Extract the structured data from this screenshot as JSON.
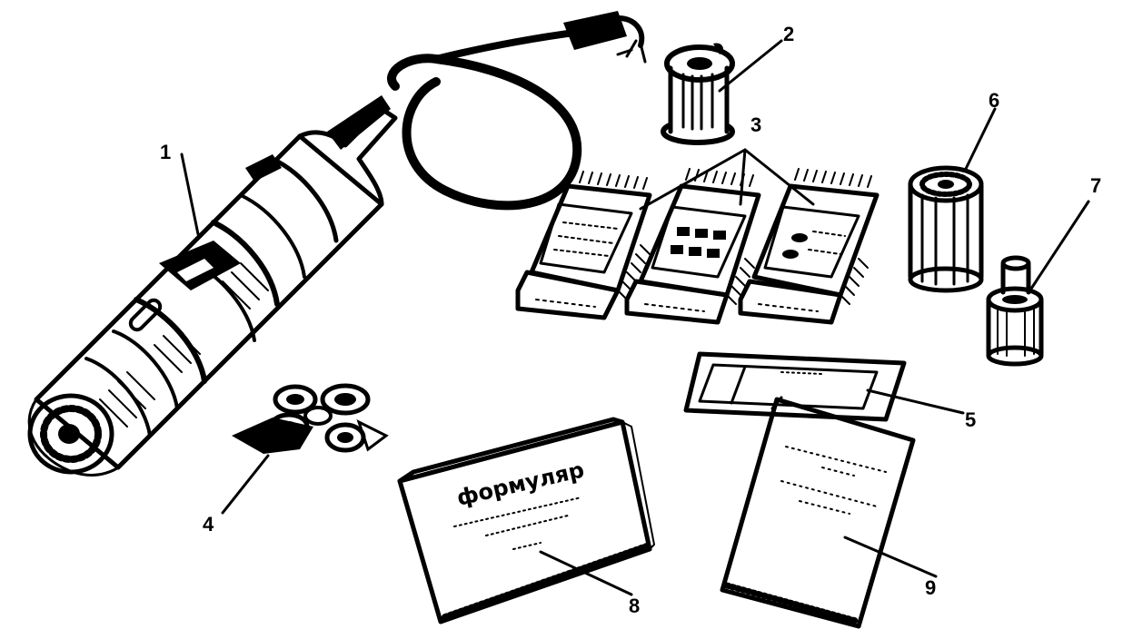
{
  "figure": {
    "callouts": [
      "1",
      "2",
      "3",
      "4",
      "5",
      "6",
      "7",
      "8",
      "9"
    ],
    "formular_title": "формуляр"
  }
}
